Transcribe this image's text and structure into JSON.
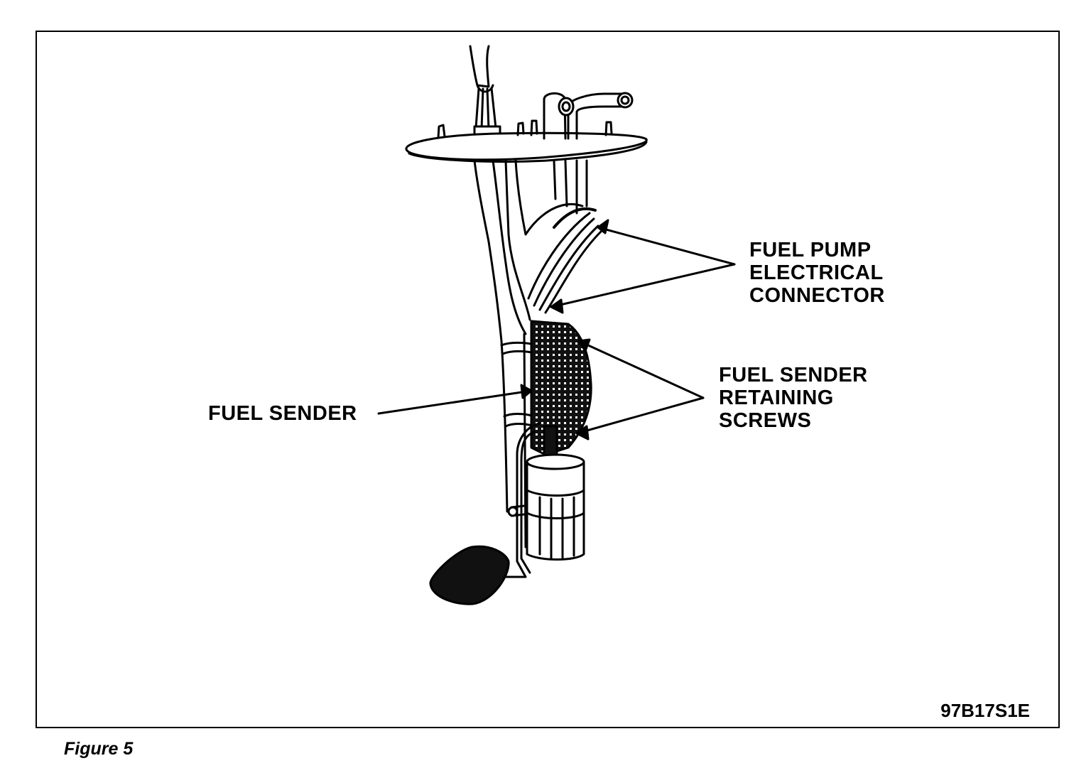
{
  "diagram": {
    "labels": {
      "fuel_pump_connector": [
        "FUEL PUMP",
        "ELECTRICAL",
        "CONNECTOR"
      ],
      "fuel_sender_screws": [
        "FUEL SENDER",
        "RETAINING",
        "SCREWS"
      ],
      "fuel_sender": "FUEL SENDER"
    },
    "figure_code": "97B17S1E"
  },
  "caption": "Figure 5"
}
